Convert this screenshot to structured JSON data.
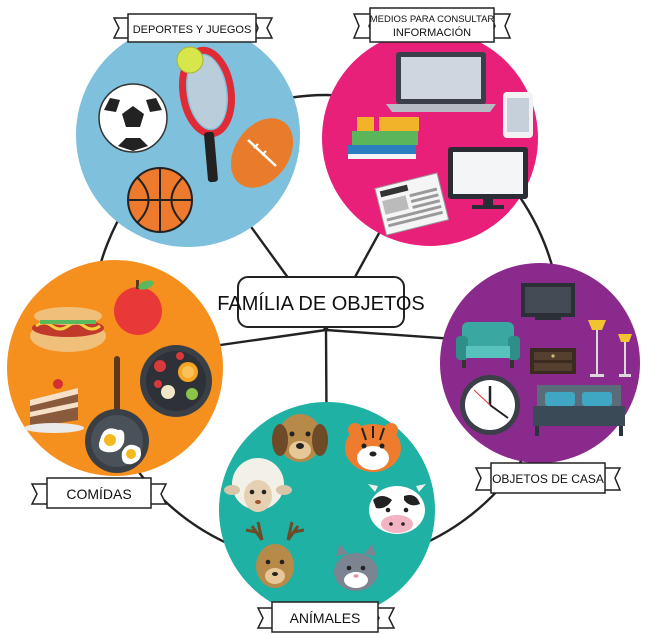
{
  "center": {
    "label": "FAMÍLIA DE OBJETOS"
  },
  "categories": [
    {
      "id": "deportes",
      "label": "DEPORTES Y JUEGOS",
      "color": "#7fc1dc"
    },
    {
      "id": "medios",
      "label_line1": "MEDIOS PARA CONSULTAR",
      "label_line2": "INFORMACIÓN",
      "color": "#e8207a"
    },
    {
      "id": "casa",
      "label": "OBJETOS DE CASA",
      "color": "#8b2a8d"
    },
    {
      "id": "animales",
      "label": "ANÍMALES",
      "color": "#1fb1a3"
    },
    {
      "id": "comidas",
      "label": "COMÍDAS",
      "color": "#f5901e"
    }
  ],
  "icons": {
    "deportes": [
      "soccer-ball-icon",
      "tennis-racket-icon",
      "tennis-ball-icon",
      "basketball-icon",
      "football-icon"
    ],
    "medios": [
      "laptop-icon",
      "tablet-icon",
      "books-icon",
      "monitor-icon",
      "newspaper-icon"
    ],
    "casa": [
      "tv-icon",
      "armchair-icon",
      "floor-lamp-icon",
      "nightstand-icon",
      "clock-icon",
      "bed-icon"
    ],
    "animales": [
      "dog-icon",
      "tiger-icon",
      "sheep-icon",
      "cow-icon",
      "deer-icon",
      "cat-icon"
    ],
    "comidas": [
      "hot-dog-icon",
      "apple-icon",
      "cake-icon",
      "frying-pan-icon",
      "fried-egg-icon",
      "fruit-plate-icon"
    ]
  }
}
